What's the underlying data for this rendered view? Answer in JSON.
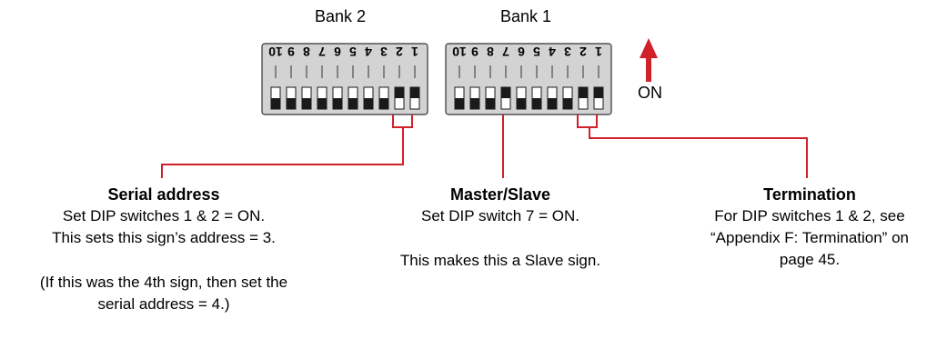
{
  "banks": [
    {
      "label": "Bank 2",
      "numbers": [
        "1",
        "2",
        "3",
        "4",
        "5",
        "6",
        "7",
        "8",
        "9",
        "10"
      ],
      "on": [
        true,
        true,
        false,
        false,
        false,
        false,
        false,
        false,
        false,
        false
      ]
    },
    {
      "label": "Bank 1",
      "numbers": [
        "1",
        "2",
        "3",
        "4",
        "5",
        "6",
        "7",
        "8",
        "9",
        "10"
      ],
      "on": [
        true,
        true,
        false,
        false,
        false,
        false,
        true,
        false,
        false,
        false
      ]
    }
  ],
  "on_indicator": "ON",
  "callouts": {
    "serial": {
      "title": "Serial address",
      "line1": "Set DIP switches 1 & 2 = ON.",
      "line2": "This sets this sign’s address = 3.",
      "note1": "(If this was the 4th sign, then set the",
      "note2": "serial address = 4.)"
    },
    "master": {
      "title": "Master/Slave",
      "line1": "Set DIP switch 7 = ON.",
      "line2": "This makes this a Slave sign."
    },
    "termination": {
      "title": "Termination",
      "line1": "For DIP switches 1 & 2, see",
      "line2": "“Appendix F: Termination” on",
      "line3": "page 45."
    }
  },
  "colors": {
    "callout_line": "#d0202a",
    "arrow": "#d0202a",
    "switch_body": "#d3d3d3",
    "switch_dark": "#1a1a1a"
  }
}
